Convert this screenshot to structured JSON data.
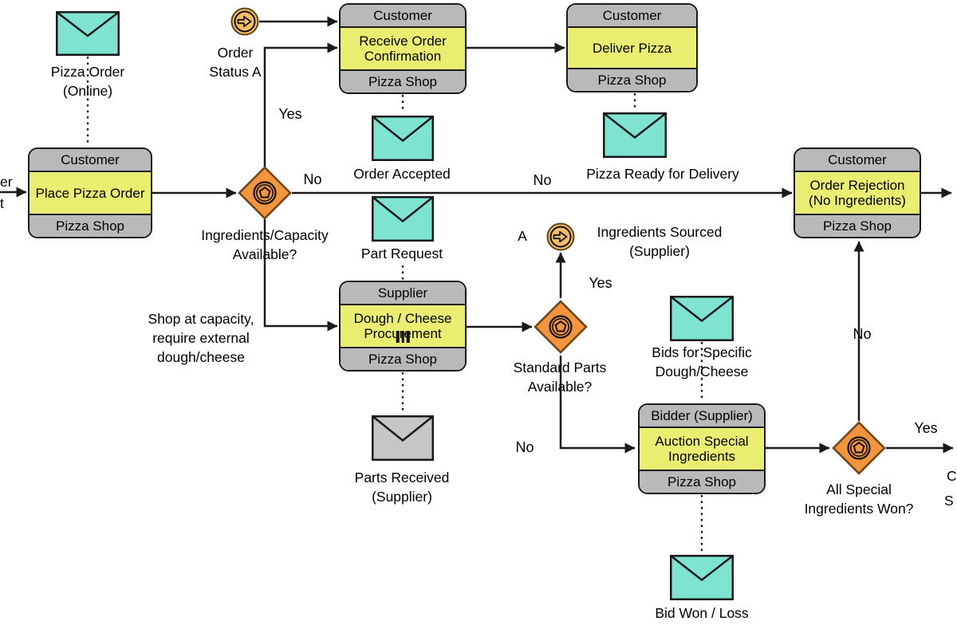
{
  "diagram": {
    "tasks": {
      "place_pizza_order": {
        "lane_top": "Customer",
        "name": "Place Pizza Order",
        "lane_bottom": "Pizza Shop"
      },
      "receive_order_confirmation": {
        "lane_top": "Customer",
        "name": "Receive Order\nConfirmation",
        "lane_bottom": "Pizza Shop"
      },
      "deliver_pizza": {
        "lane_top": "Customer",
        "name": "Deliver Pizza",
        "lane_bottom": "Pizza Shop"
      },
      "order_rejection": {
        "lane_top": "Customer",
        "name": "Order Rejection\n(No Ingredients)",
        "lane_bottom": "Pizza Shop"
      },
      "dough_cheese_procurement": {
        "lane_top": "Supplier",
        "name": "Dough / Cheese\nProcurement",
        "lane_bottom": "Pizza Shop",
        "marker": "parallel-multi-instance"
      },
      "auction_special_ingredients": {
        "lane_top": "Bidder (Supplier)",
        "name": "Auction Special\nIngredients",
        "lane_bottom": "Pizza Shop"
      }
    },
    "messages": {
      "pizza_order_online": {
        "label": "Pizza Order\n(Online)",
        "color": "#7fe3d2"
      },
      "order_accepted": {
        "label": "Order Accepted",
        "color": "#7fe3d2"
      },
      "pizza_ready_for_delivery": {
        "label": "Pizza Ready for Delivery",
        "color": "#7fe3d2"
      },
      "part_request": {
        "label": "Part Request",
        "color": "#7fe3d2"
      },
      "parts_received_supplier": {
        "label": "Parts Received\n(Supplier)",
        "color": "#c6c6c6"
      },
      "bids_for_specific": {
        "label": "Bids for Specific\nDough/Cheese",
        "color": "#7fe3d2"
      },
      "bid_won_loss": {
        "label": "Bid Won / Loss",
        "color": "#7fe3d2"
      }
    },
    "gateways": {
      "ingredients_capacity": {
        "label": "Ingredients/Capacity\nAvailable?"
      },
      "standard_parts": {
        "label": "Standard Parts\nAvailable?"
      },
      "all_special_won": {
        "label": "All Special\nIngredients Won?"
      }
    },
    "events": {
      "order_status_a": {
        "label": "Order\nStatus A"
      },
      "ingredients_sourced": {
        "label": "A",
        "side_label": "Ingredients Sourced\n(Supplier)"
      }
    },
    "edge_labels": {
      "gw1_yes": "Yes",
      "gw1_no": "No",
      "no_mid": "No",
      "gw2_yes": "Yes",
      "gw2_no": "No",
      "gw3_yes": "Yes",
      "gw3_no": "No",
      "capacity_note": "Shop at capacity,\nrequire external\ndough/cheese"
    },
    "clipped_text": {
      "left_top": "er",
      "left_bottom": "t",
      "right_top": "C",
      "right_bottom": "S"
    },
    "colors": {
      "task_fill": "#e9ee70",
      "lane_fill": "#b9b9b9",
      "message_teal": "#7fe3d2",
      "message_gray": "#c6c6c6",
      "gateway_orange": "#f2953c",
      "event_fill": "#f5bd66",
      "line": "#1a1a1a"
    }
  }
}
